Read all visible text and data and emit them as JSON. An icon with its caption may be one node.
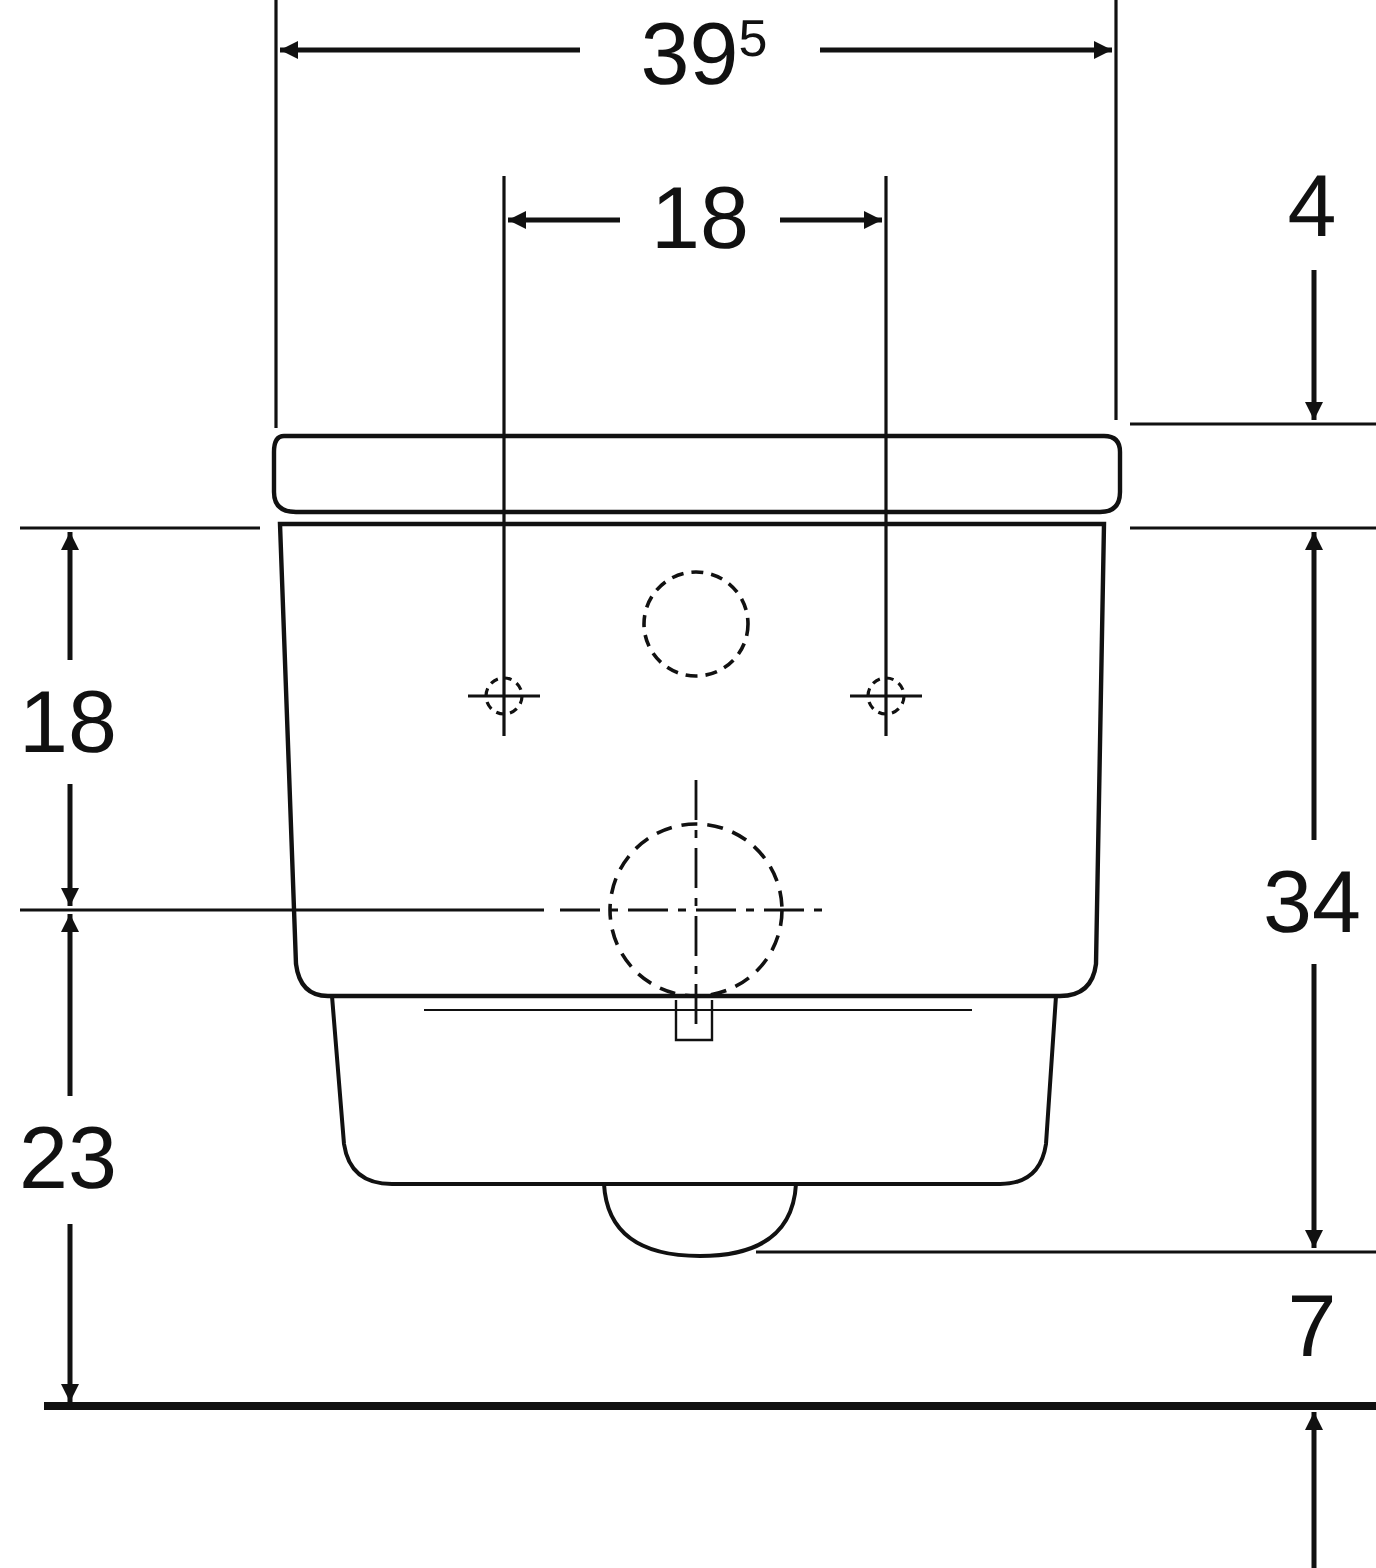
{
  "diagram": {
    "labels": [
      "39$^{5}$",
      "18",
      "4",
      "18",
      "34",
      "23",
      "7"
    ]
  }
}
